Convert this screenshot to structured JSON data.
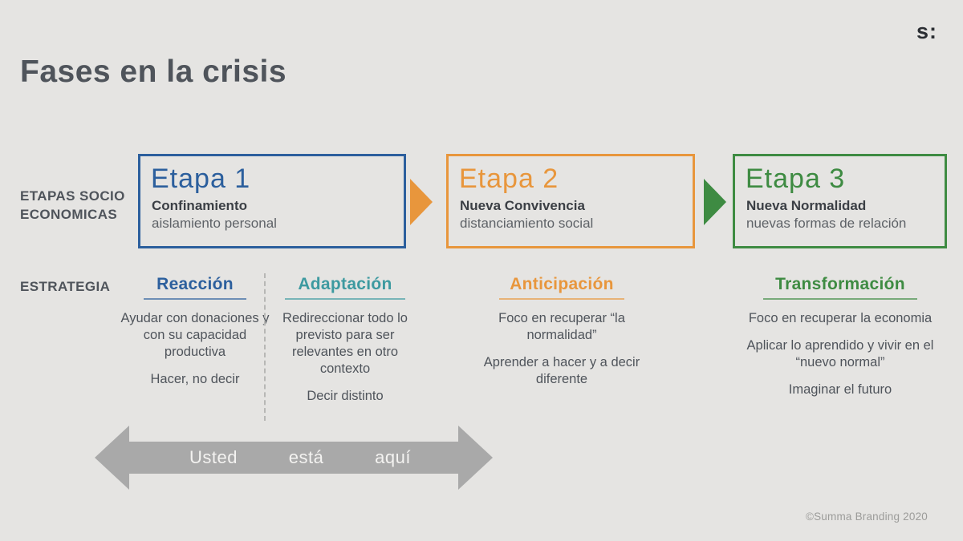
{
  "page": {
    "title": "Fases en la crisis",
    "logo": "s:",
    "copyright": "©Summa Branding 2020"
  },
  "row_labels": {
    "etapas_line1": "ETAPAS SOCIO",
    "etapas_line2": "ECONOMICAS",
    "estrategia": "ESTRATEGIA"
  },
  "stages": [
    {
      "title": "Etapa 1",
      "subtitle": "Confinamiento",
      "description": "aislamiento personal",
      "color": "#2c5f9d"
    },
    {
      "title": "Etapa 2",
      "subtitle": "Nueva Convivencia",
      "description": "distanciamiento social",
      "color": "#e8963c"
    },
    {
      "title": "Etapa 3",
      "subtitle": "Nueva Normalidad",
      "description": "nuevas formas de relación",
      "color": "#3e8b42"
    }
  ],
  "flow_arrows": [
    {
      "color": "#e8963c"
    },
    {
      "color": "#3e8b42"
    }
  ],
  "strategies": [
    {
      "title": "Reacción",
      "color": "#2c5f9d",
      "paragraphs": [
        "Ayudar con donaciones y con su capacidad productiva",
        "Hacer, no decir"
      ]
    },
    {
      "title": "Adaptación",
      "color": "#3d9aa0",
      "paragraphs": [
        "Redireccionar todo lo previsto para ser relevantes en otro contexto",
        "Decir distinto"
      ]
    },
    {
      "title": "Anticipación",
      "color": "#e8963c",
      "paragraphs": [
        "Foco en recuperar “la normalidad”",
        "Aprender a hacer y a decir diferente"
      ]
    },
    {
      "title": "Transformación",
      "color": "#3e8b42",
      "paragraphs": [
        "Foco en recuperar la economia",
        "Aplicar lo aprendido y vivir en el “nuevo normal”",
        "Imaginar el futuro"
      ]
    }
  ],
  "position_arrow": {
    "color": "#a9a9a9",
    "words": [
      "Usted",
      "está",
      "aquí"
    ]
  }
}
